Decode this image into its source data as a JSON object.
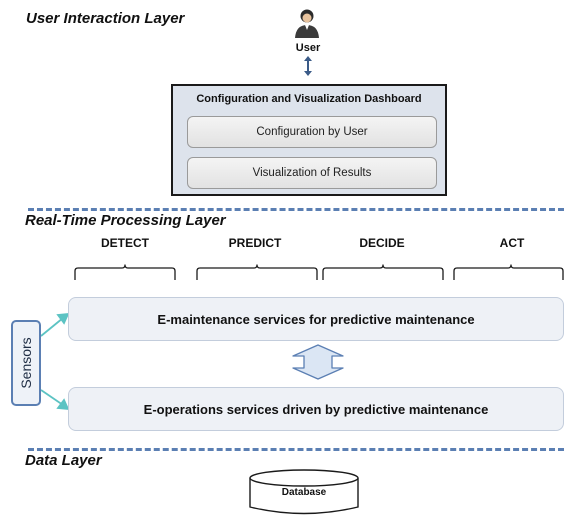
{
  "layers": {
    "user_interaction": "User Interaction Layer",
    "real_time": "Real-Time Processing Layer",
    "data": "Data Layer"
  },
  "user": {
    "label": "User",
    "icon": "user-icon"
  },
  "dashboard": {
    "title": "Configuration and Visualization Dashboard",
    "configuration": "Configuration by User",
    "visualization": "Visualization of Results"
  },
  "phases": [
    "DETECT",
    "PREDICT",
    "DECIDE",
    "ACT"
  ],
  "services": {
    "maintenance": "E-maintenance services for predictive maintenance",
    "operations": "E-operations services driven by predictive maintenance"
  },
  "sensors": "Sensors",
  "database": "Database",
  "colors": {
    "accent": "#5b7fb3",
    "dashboard_bg": "#dde3ec",
    "service_bg": "#eef1f6",
    "arrow_fill": "#dbe6f4",
    "sensor_arrow": "#5cc3c3"
  }
}
